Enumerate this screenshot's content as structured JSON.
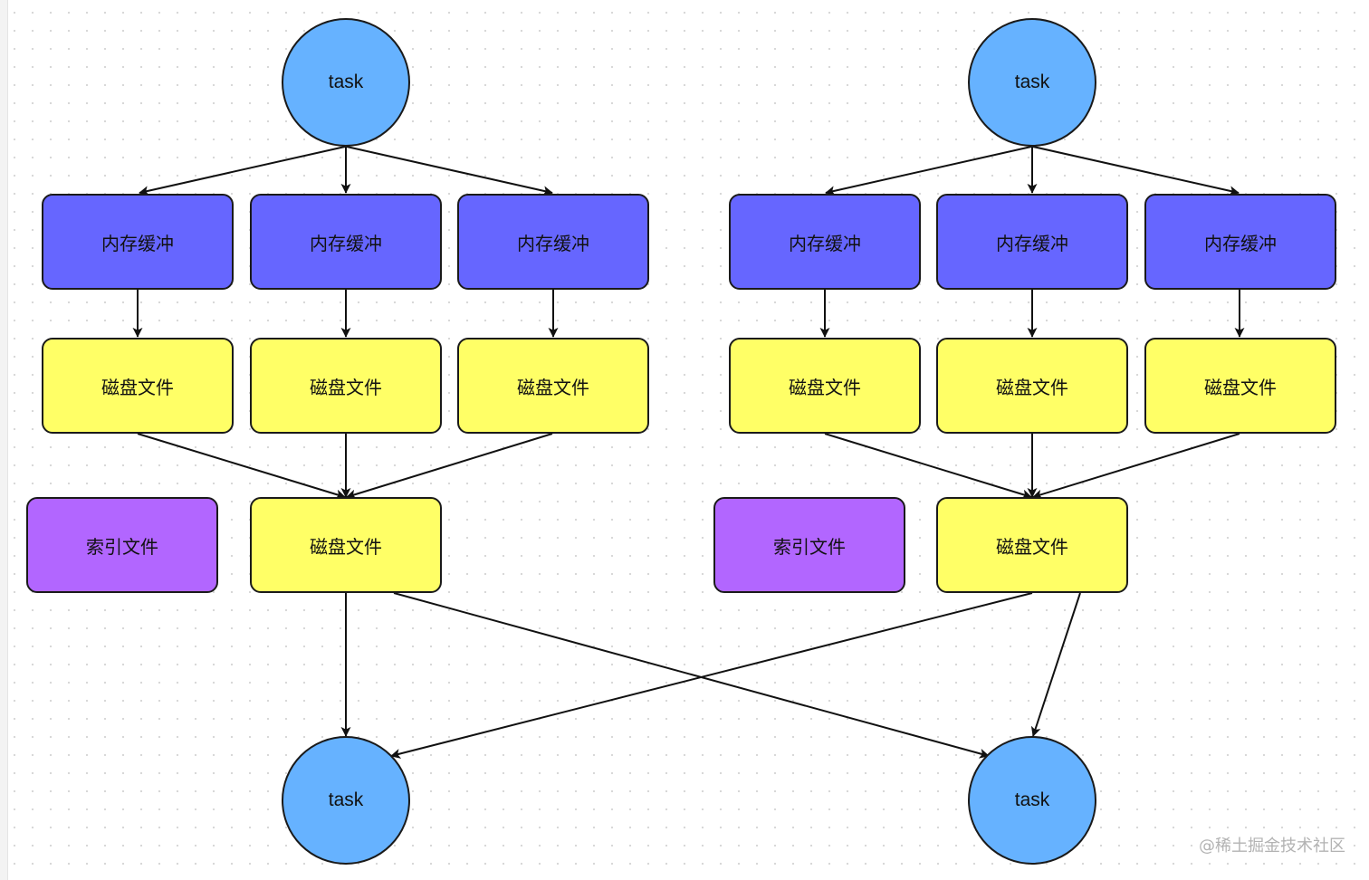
{
  "colors": {
    "task": "#66b2ff",
    "buffer": "#6666ff",
    "disk": "#ffff66",
    "index": "#b266ff",
    "edge": "#111111"
  },
  "labels": {
    "task": "task",
    "buffer": "内存缓冲",
    "disk": "磁盘文件",
    "index": "索引文件"
  },
  "watermark": "@稀土掘金技术社区"
}
